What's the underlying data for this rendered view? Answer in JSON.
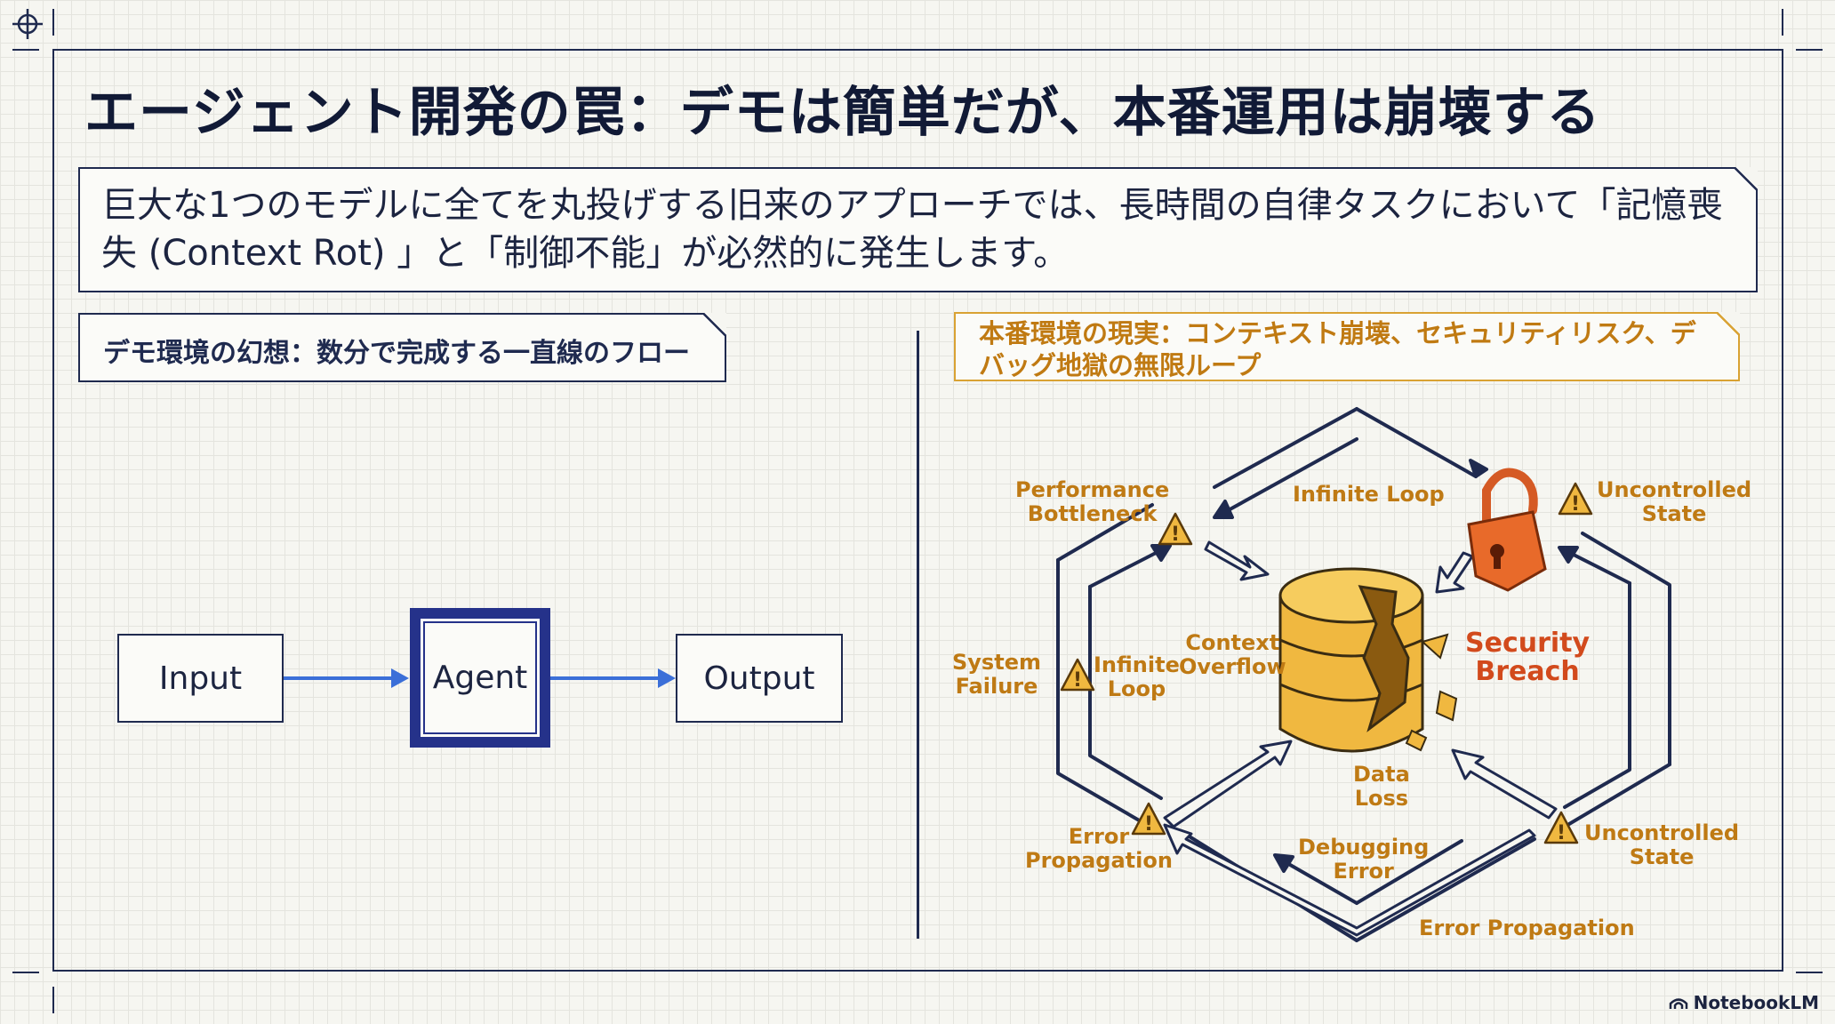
{
  "title": "エージェント開発の罠：デモは簡単だが、本番運用は崩壊する",
  "intro": "巨大な1つのモデルに全てを丸投げする旧来のアプローチでは、長時間の自律タスクにおいて「記憶喪失 (Context Rot) 」と「制御不能」が必然的に発生します。",
  "demo": {
    "label": "デモ環境の幻想：数分で完成する一直線のフロー",
    "input": "Input",
    "agent": "Agent",
    "output": "Output"
  },
  "production": {
    "label": "本番環境の現実：コンテキスト崩壊、セキュリティリスク、デバッグ地獄の無限ループ",
    "performance_bottleneck": "Performance Bottleneck",
    "infinite_loop_top": "Infinite Loop",
    "uncontrolled_state_top": "Uncontrolled State",
    "system_failure": "System Failure",
    "infinite_loop_left": "Infinite Loop",
    "context_overflow": "Context Overflow",
    "security_breach": "Security Breach",
    "data_loss": "Data Loss",
    "error_propagation_left": "Error Propagation",
    "debugging_error": "Debugging Error",
    "uncontrolled_state_bottom": "Uncontrolled State",
    "error_propagation_bottom": "Error Propagation"
  },
  "colors": {
    "navy": "#1f2a4f",
    "agent_border": "#25328a",
    "arrow_blue": "#3b6fd8",
    "warning_orange": "#c07a12",
    "breach_red": "#d24a1c",
    "database_gold": "#f0b840"
  },
  "icons": [
    "crosshair-icon",
    "warning-icon",
    "broken-database-icon",
    "padlock-icon",
    "notebooklm-logo-icon"
  ],
  "brand": "NotebookLM"
}
